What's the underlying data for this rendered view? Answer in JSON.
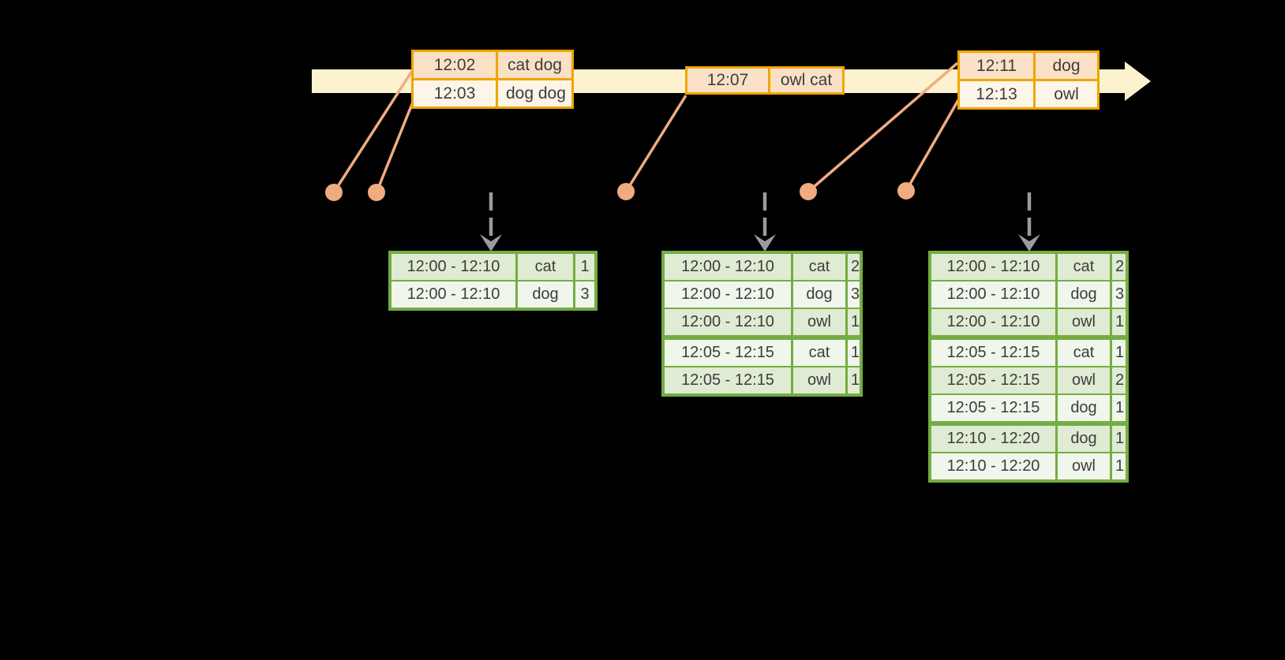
{
  "colors": {
    "background": "#000000",
    "timeline_fill": "#FCF2CF",
    "event_border": "#F0A500",
    "event_row_peach": "#FAE1C6",
    "event_row_cream": "#FDF5E8",
    "connector": "#EFAC80",
    "arrow_gray": "#9B9B9B",
    "table_border": "#74AD43",
    "row_green_dark": "#DFEBD3",
    "row_green_light": "#F0F6EB",
    "text": "#3D3D3D"
  },
  "diagram": {
    "event_boxes": [
      {
        "rows": [
          {
            "time": "12:02",
            "text": "cat dog"
          },
          {
            "time": "12:03",
            "text": "dog dog"
          }
        ]
      },
      {
        "rows": [
          {
            "time": "12:07",
            "text": "owl cat"
          }
        ]
      },
      {
        "rows": [
          {
            "time": "12:11",
            "text": "dog"
          },
          {
            "time": "12:13",
            "text": "owl"
          }
        ]
      }
    ],
    "result_tables": [
      {
        "group_starts": [],
        "rows": [
          [
            "12:00 - 12:10",
            "cat",
            "1"
          ],
          [
            "12:00 - 12:10",
            "dog",
            "3"
          ]
        ]
      },
      {
        "group_starts": [
          3
        ],
        "rows": [
          [
            "12:00 - 12:10",
            "cat",
            "2"
          ],
          [
            "12:00 - 12:10",
            "dog",
            "3"
          ],
          [
            "12:00 - 12:10",
            "owl",
            "1"
          ],
          [
            "12:05 - 12:15",
            "cat",
            "1"
          ],
          [
            "12:05 - 12:15",
            "owl",
            "1"
          ]
        ]
      },
      {
        "group_starts": [
          3,
          6
        ],
        "rows": [
          [
            "12:00 - 12:10",
            "cat",
            "2"
          ],
          [
            "12:00 - 12:10",
            "dog",
            "3"
          ],
          [
            "12:00 - 12:10",
            "owl",
            "1"
          ],
          [
            "12:05 - 12:15",
            "cat",
            "1"
          ],
          [
            "12:05 - 12:15",
            "owl",
            "2"
          ],
          [
            "12:05 - 12:15",
            "dog",
            "1"
          ],
          [
            "12:10 - 12:20",
            "dog",
            "1"
          ],
          [
            "12:10 - 12:20",
            "owl",
            "1"
          ]
        ]
      }
    ]
  }
}
